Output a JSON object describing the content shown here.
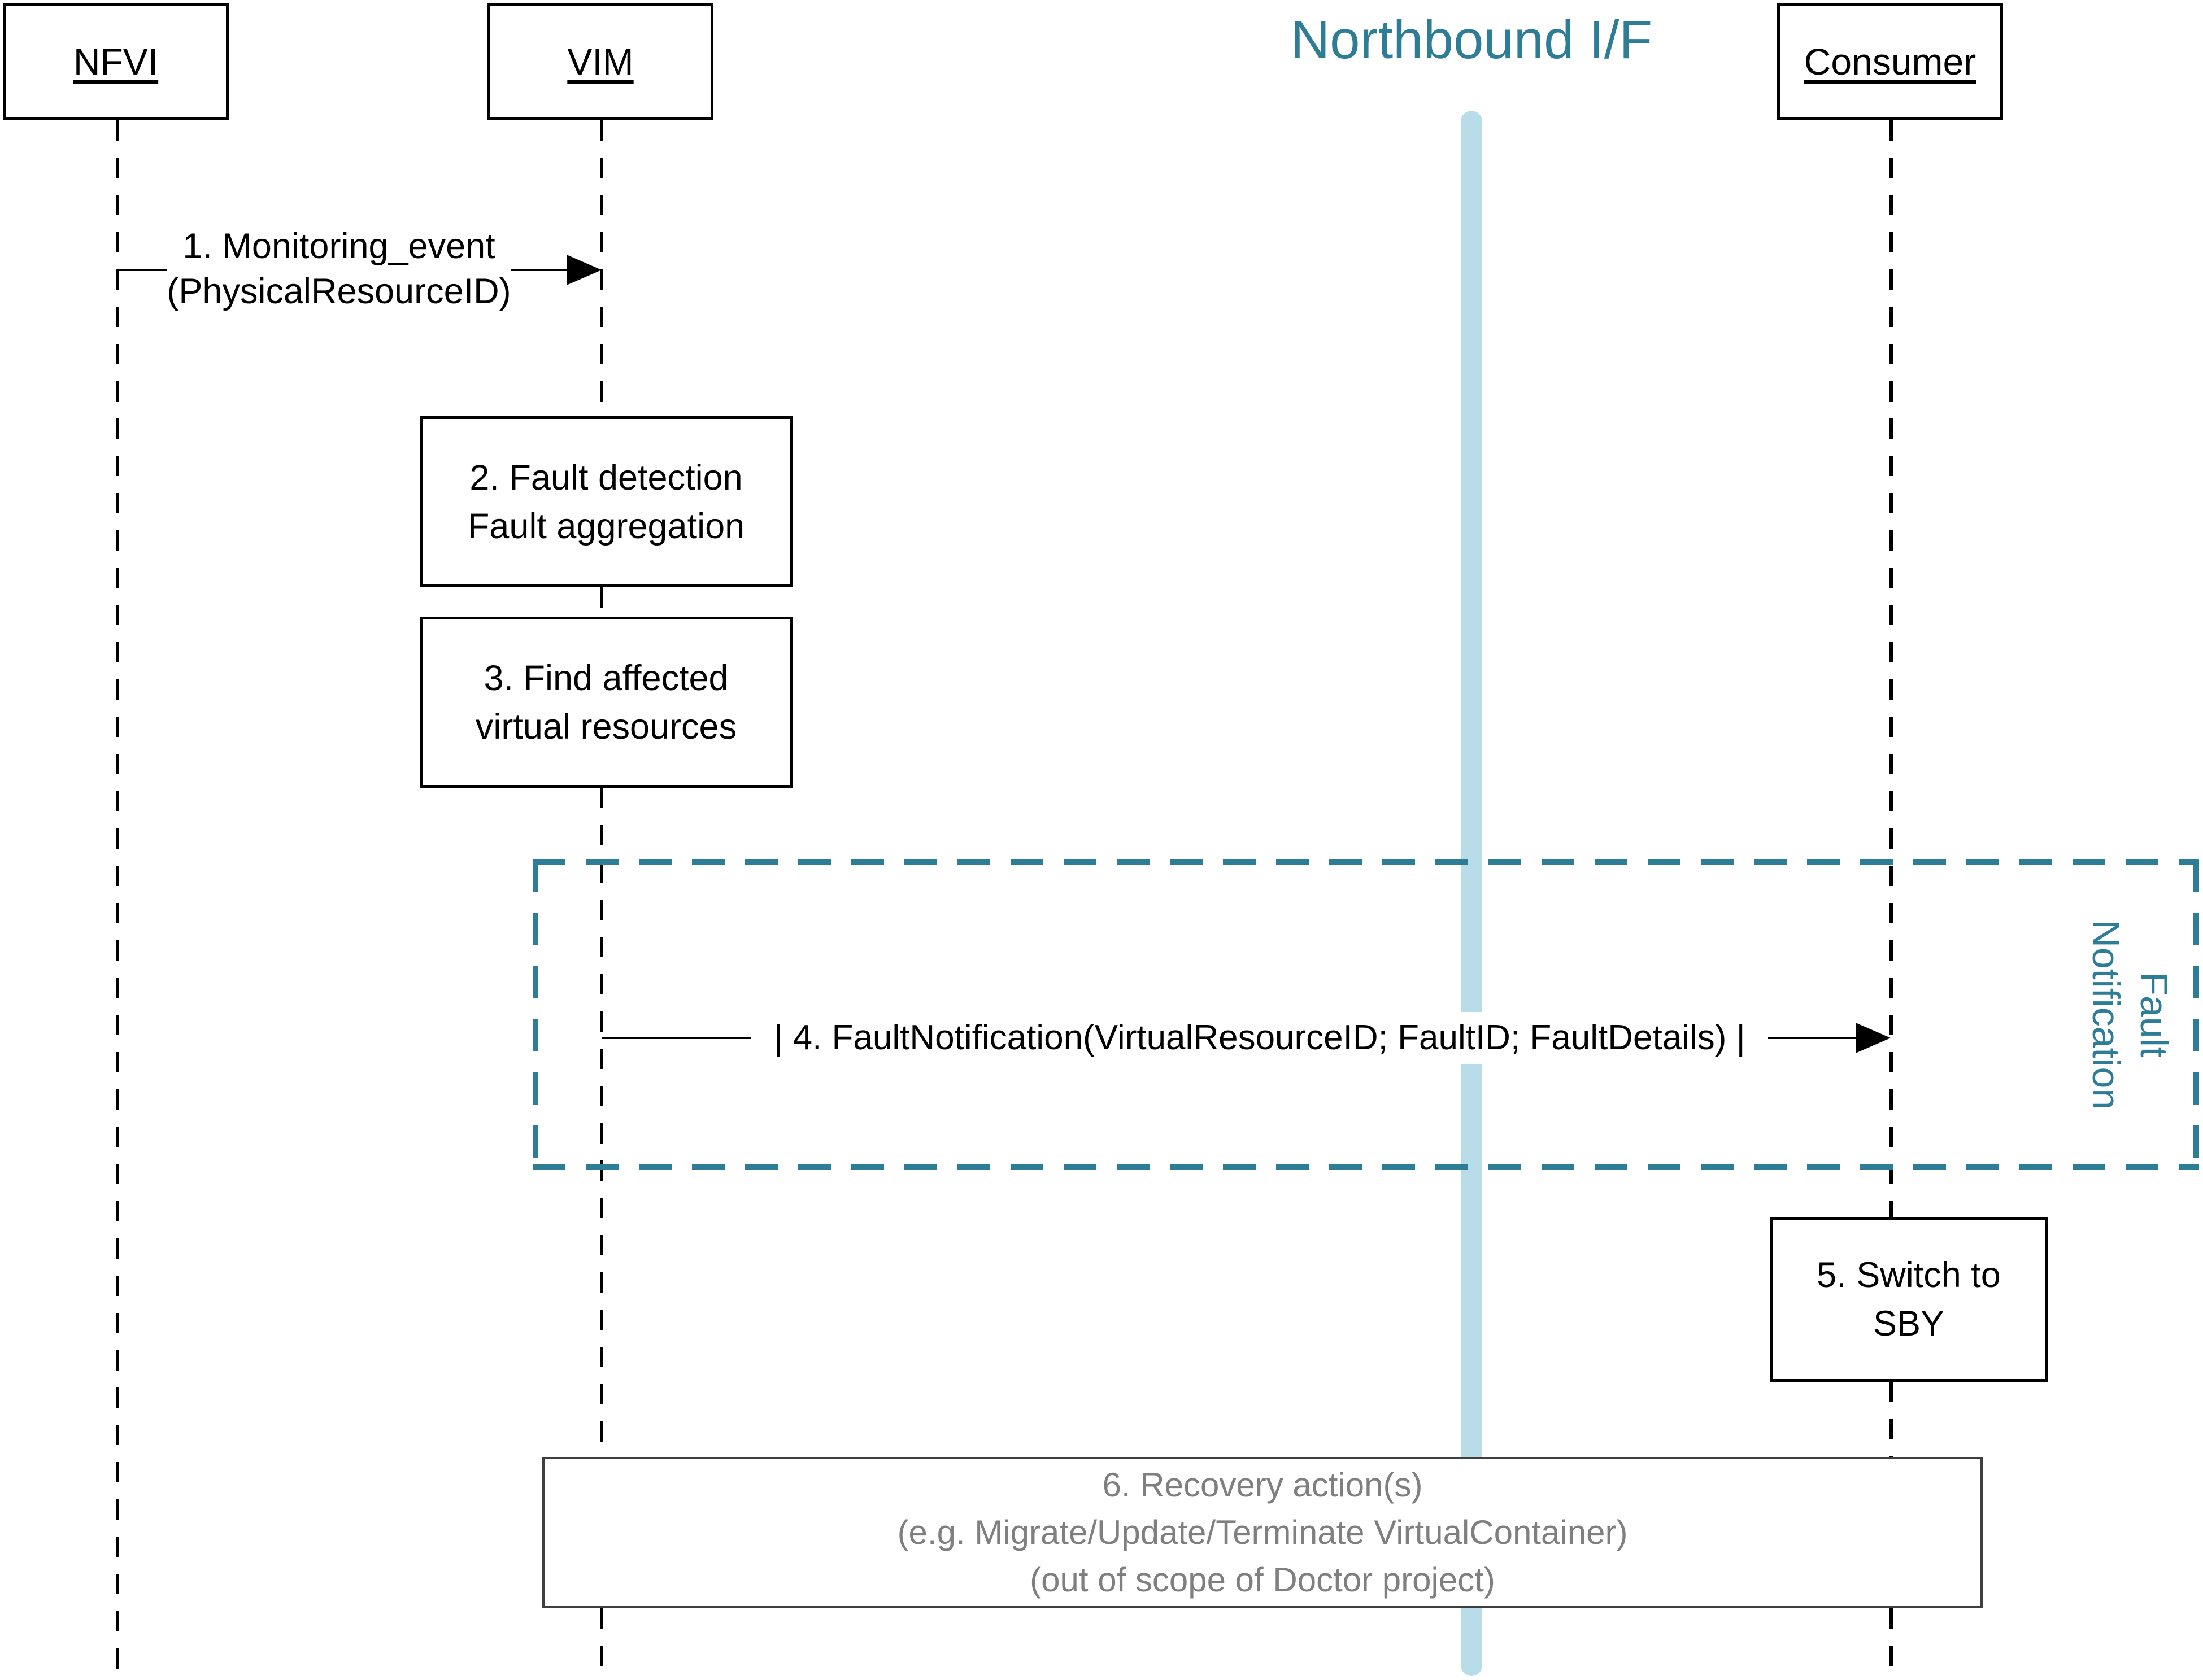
{
  "title": {
    "text": "Northbound I/F"
  },
  "actors": [
    {
      "name": "NFVI"
    },
    {
      "name": "VIM"
    },
    {
      "name": "Consumer"
    }
  ],
  "messages": {
    "m1": {
      "line1": "1. Monitoring_event",
      "line2": "(PhysicalResourceID)"
    },
    "m4": {
      "text": "| 4. FaultNotification(VirtualResourceID; FaultID; FaultDetails) |"
    }
  },
  "activities": {
    "fault_detection": {
      "line1": "2. Fault detection",
      "line2": "Fault aggregation"
    },
    "find_affected": {
      "line1": "3. Find affected",
      "line2": "virtual resources"
    },
    "switch_to_sby": {
      "line1": "5. Switch to",
      "line2": "SBY"
    },
    "recovery": {
      "line1": "6. Recovery action(s)",
      "line2": "(e.g. Migrate/Update/Terminate VirtualContainer)",
      "line3": "(out of scope of Doctor project)"
    }
  },
  "frame": {
    "label": {
      "line1": "Fault",
      "line2": "Notification"
    }
  },
  "colors": {
    "teal": "#2E7D97",
    "light_blue": "#B8DCE8",
    "gray_text": "#7F7F7F",
    "black": "#000000"
  }
}
